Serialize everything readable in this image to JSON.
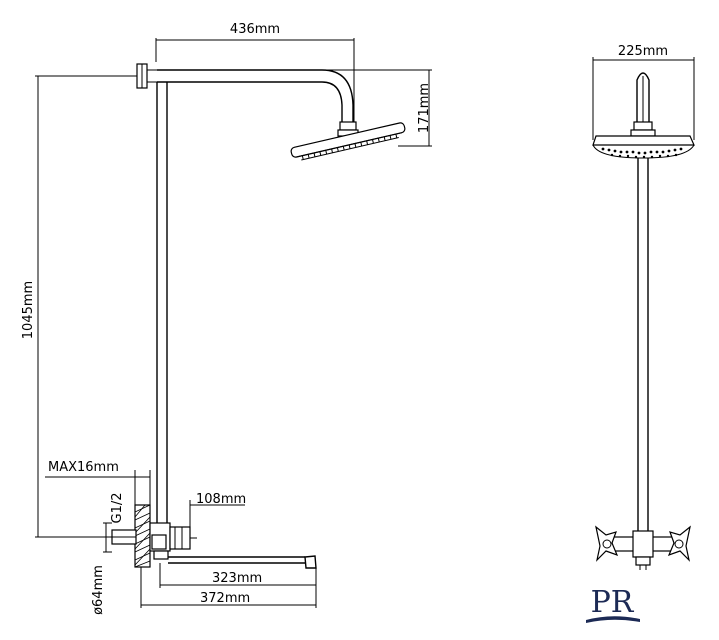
{
  "side_view": {
    "arm_length": "436mm",
    "head_drop": "171mm",
    "total_height": "1045mm",
    "max_wall": "MAX16mm",
    "thread": "G1/2",
    "spout_offset": "108mm",
    "spout_length": "323mm",
    "overall_depth": "372mm",
    "flange_diameter": "ø64mm"
  },
  "front_view": {
    "head_diameter": "225mm"
  },
  "logo": {
    "text": "PR"
  }
}
